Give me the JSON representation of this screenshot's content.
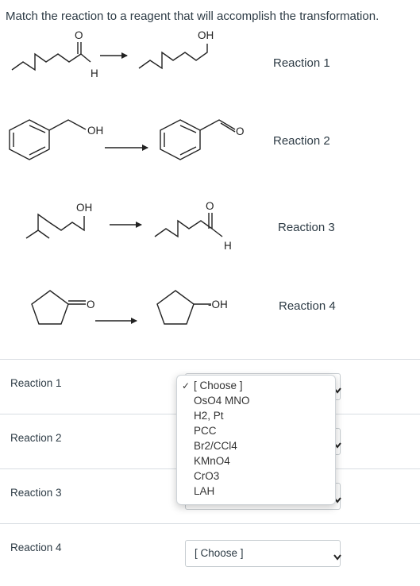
{
  "question": "Match the reaction to a reagent that will accomplish the transformation.",
  "scheme": {
    "reactions": [
      {
        "label": "Reaction 1",
        "reactant_labels": [
          "O",
          "H"
        ],
        "product_labels": [
          "OH"
        ]
      },
      {
        "label": "Reaction 2",
        "reactant_labels": [
          "OH"
        ],
        "product_labels": [
          "O"
        ]
      },
      {
        "label": "Reaction 3",
        "reactant_labels": [
          "OH"
        ],
        "product_labels": [
          "O",
          "H"
        ]
      },
      {
        "label": "Reaction 4",
        "reactant_labels": [
          "O"
        ],
        "product_labels": [
          "-OH"
        ]
      }
    ]
  },
  "matching": {
    "rows": [
      {
        "label": "Reaction 1"
      },
      {
        "label": "Reaction 2"
      },
      {
        "label": "Reaction 3"
      },
      {
        "label": "Reaction 4",
        "selected": "[ Choose ]"
      }
    ]
  },
  "dropdown": {
    "checkmark": "✓",
    "options": [
      "[ Choose ]",
      "OsO4 MNO",
      "H2, Pt",
      "PCC",
      "Br2/CCl4",
      "KMnO4",
      "CrO3",
      "LAH"
    ],
    "selected_index": 0
  },
  "colors": {
    "text": "#2d3b45",
    "border": "#c7cdd1",
    "divider": "#d8dde2"
  },
  "icons": {
    "select_arrow": "chevron-down-icon",
    "reaction_arrow": "arrow-right-icon"
  }
}
